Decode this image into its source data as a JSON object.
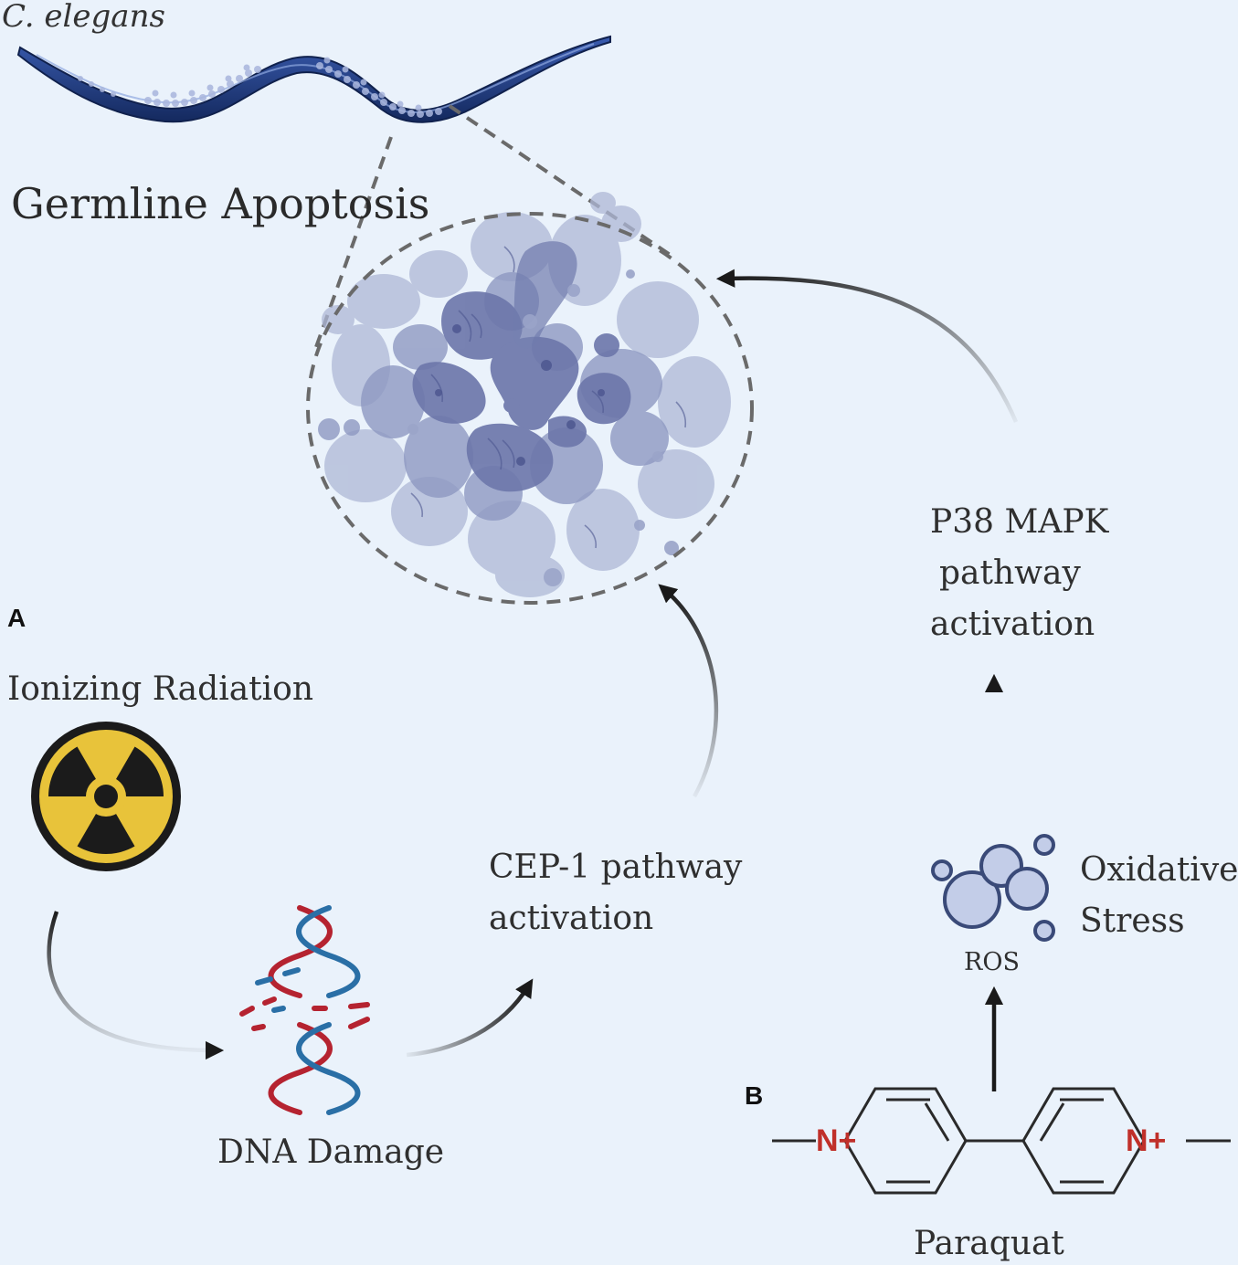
{
  "organism_label": "C. elegans",
  "title": "Germline Apoptosis",
  "panel_a": "A",
  "panel_b": "B",
  "ionizing_label": "Ionizing Radiation",
  "dna_damage_label": "DNA Damage",
  "cep1_line1": "CEP-1 pathway",
  "cep1_line2": "activation",
  "p38_line1": "P38 MAPK",
  "p38_line2": "pathway",
  "p38_line3": "activation",
  "oxidative_line1": "Oxidative",
  "oxidative_line2": "Stress",
  "ros_label": "ROS",
  "paraquat_label": "Paraquat",
  "n_plus_left": "N+",
  "n_plus_right": "N+",
  "colors": {
    "background": "#eaf2fb",
    "worm": "#1e3a78",
    "cell": "#7e88b8",
    "cell_dark": "#5a6498",
    "arrow": "#1a1a1a",
    "hazard_yellow": "#e8c33a",
    "dna_red": "#b52330",
    "dna_blue": "#2a6fa6",
    "nitrogen_red": "#c0302a",
    "ros_stroke": "#3a4a78",
    "ros_fill": "#c3cde8"
  }
}
